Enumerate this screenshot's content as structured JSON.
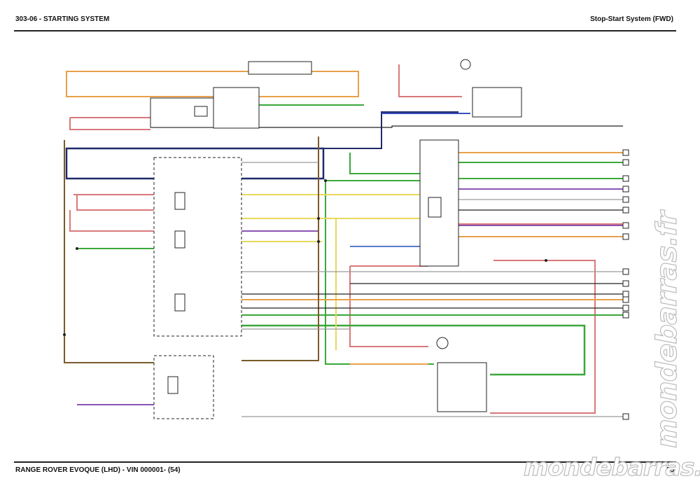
{
  "header": {
    "section_title": "303-06 - STARTING SYSTEM",
    "diagram_title": "Stop-Start System (FWD)"
  },
  "footer": {
    "vehicle": "RANGE ROVER EVOQUE (LHD) - VIN 000001- (54)",
    "page_number": "55"
  },
  "watermark": {
    "text": "mondebarras.fr"
  },
  "colors": {
    "wire_orange": "#e8a04a",
    "wire_navy": "#1f2a6b",
    "wire_blue": "#3a4fc0",
    "wire_green": "#3aa83a",
    "wire_pink": "#d9787a",
    "wire_purple": "#8a55b5",
    "wire_yellow": "#e8d95a",
    "wire_brown": "#7a5a2a",
    "wire_black": "#222222",
    "wire_grey": "#9a9a9a"
  }
}
